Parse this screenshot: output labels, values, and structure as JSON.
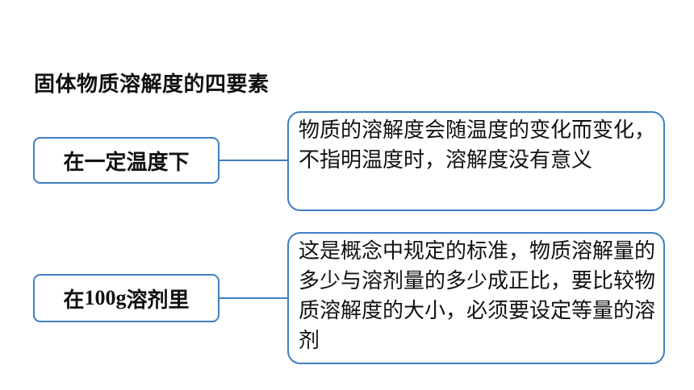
{
  "title": "固体物质溶解度的四要素",
  "rows": [
    {
      "label": "在一定温度下",
      "detail": "物质的溶解度会随温度的变化而变化，不指明温度时，溶解度没有意义"
    },
    {
      "label_prefix": "在",
      "label_number": "100g",
      "label_suffix": "溶剂里",
      "detail": "这是概念中规定的标准，物质溶解量的多少与溶剂量的多少成正比，要比较物质溶解度的大小，必须要设定等量的溶剂"
    }
  ],
  "colors": {
    "border": "#3f7fc1",
    "text": "#111111",
    "background": "#ffffff"
  }
}
